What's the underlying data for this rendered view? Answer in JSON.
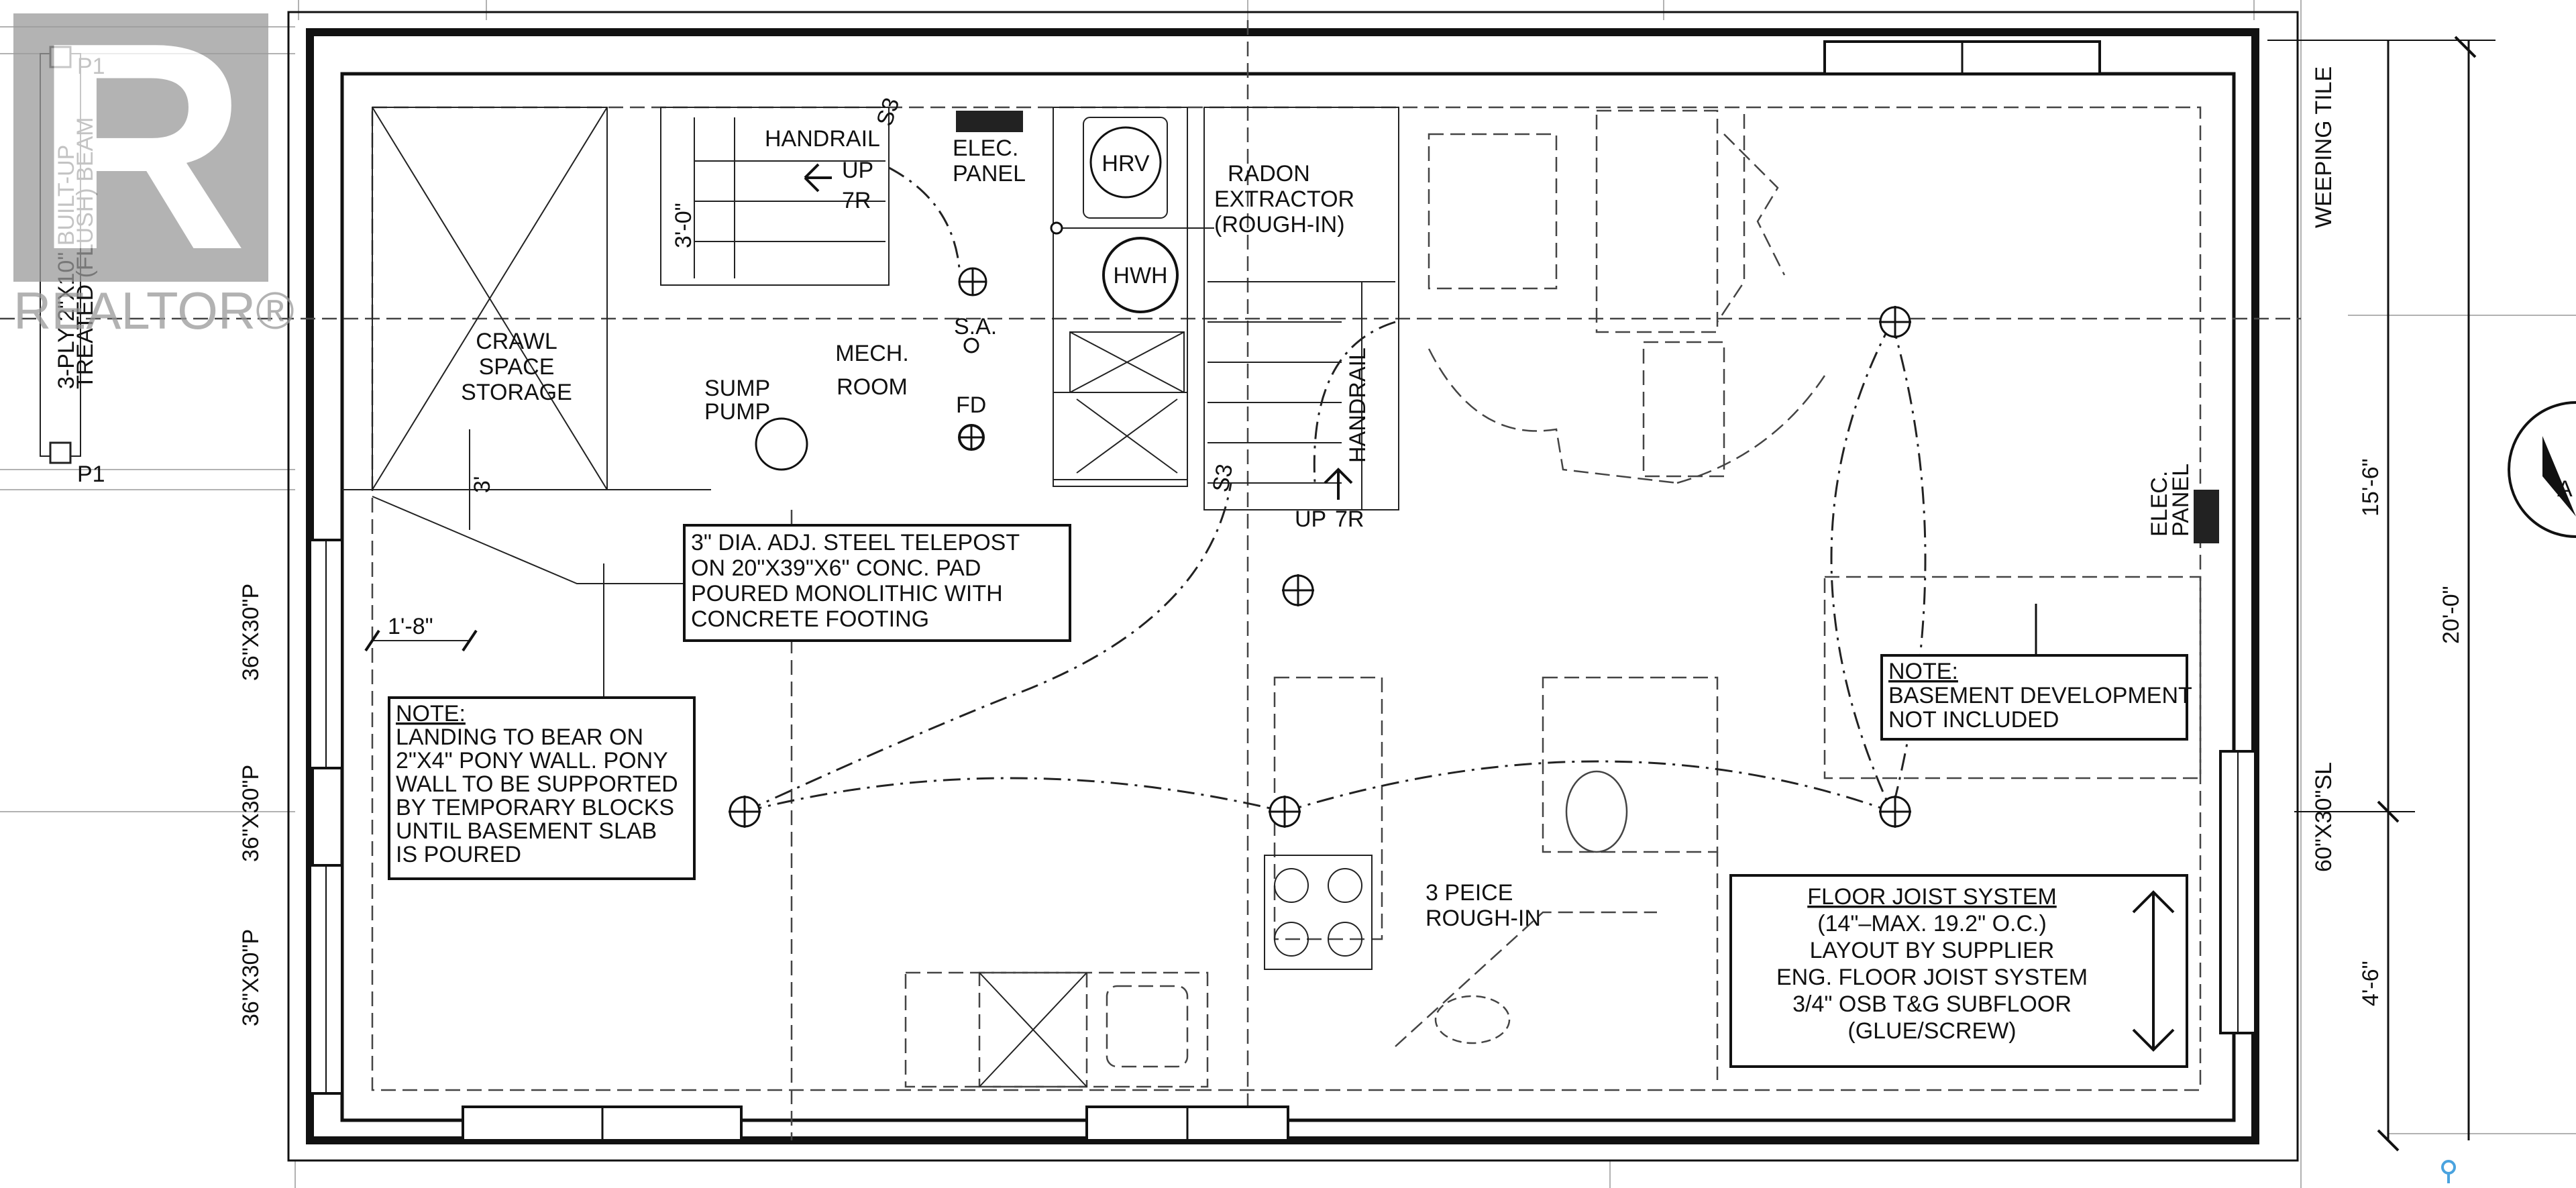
{
  "watermark": {
    "text": "REALTOR®",
    "logo_letter": "R",
    "colors": {
      "logo_bg": "#999999",
      "logo_fg": "#ffffff"
    }
  },
  "beam_note": [
    "3-PLY 2\"X10\" BUILT-UP",
    "TREATED (FLUSH) BEAM"
  ],
  "beam_tags": [
    "P1",
    "P1"
  ],
  "rooms": {
    "crawl": [
      "CRAWL",
      "SPACE",
      "STORAGE"
    ],
    "mech": [
      "MECH.",
      "ROOM"
    ]
  },
  "labels": {
    "handrail_top": "HANDRAIL",
    "up_top": "UP",
    "risers_top": "7R",
    "stair_width": "3'-0\"",
    "elec_panel_top": [
      "ELEC.",
      "PANEL"
    ],
    "hrv": "HRV",
    "hwh": "HWH",
    "radon": [
      "RADON",
      "EXTRACTOR",
      "(ROUGH-IN)"
    ],
    "sa": "S.A.",
    "fd": "FD",
    "sump": [
      "SUMP",
      "PUMP"
    ],
    "handrail_mid": "HANDRAIL",
    "up_mid": "UP",
    "risers_mid": "7R",
    "smoke_s3_a": "S3",
    "smoke_s3_b": "S3",
    "dim_3": "3'",
    "dim_1_8": "1'-8\"",
    "three_piece": [
      "3 PEICE",
      "ROUGH-IN"
    ],
    "elec_panel_right": [
      "ELEC.",
      "PANEL"
    ],
    "weeping_tile": "WEEPING TILE"
  },
  "notes": {
    "telepost": [
      "3\" DIA. ADJ. STEEL TELEPOST",
      "ON 20\"x39\"x6\" CONC. PAD",
      "POURED MONOLITHIC WITH",
      "CONCRETE FOOTING"
    ],
    "landing": [
      "NOTE:",
      "LANDING TO BEAR ON",
      "2\"X4\" PONY WALL. PONY",
      "WALL TO BE SUPPORTED",
      "BY TEMPORARY BLOCKS",
      "UNTIL BASEMENT SLAB",
      "IS POURED"
    ],
    "basement": [
      "NOTE:",
      "BASEMENT DEVELOPMENT",
      "NOT INCLUDED"
    ],
    "floor_joist": [
      "FLOOR JOIST SYSTEM",
      "(14\"–MAX. 19.2\" O.C.)",
      "LAYOUT BY SUPPLIER",
      "ENG. FLOOR JOIST SYSTEM",
      "3/4\" OSB T&G SUBFLOOR",
      "(GLUE/SCREW)"
    ]
  },
  "windows_left": [
    "36\"X30\"P",
    "36\"X30\"P",
    "36\"X30\"P"
  ],
  "window_right": "60\"X30\"SL",
  "dimensions_right": {
    "upper": "15'-6\"",
    "lower": "4'-6\"",
    "overall": "20'-0\""
  },
  "section_marker": "A"
}
